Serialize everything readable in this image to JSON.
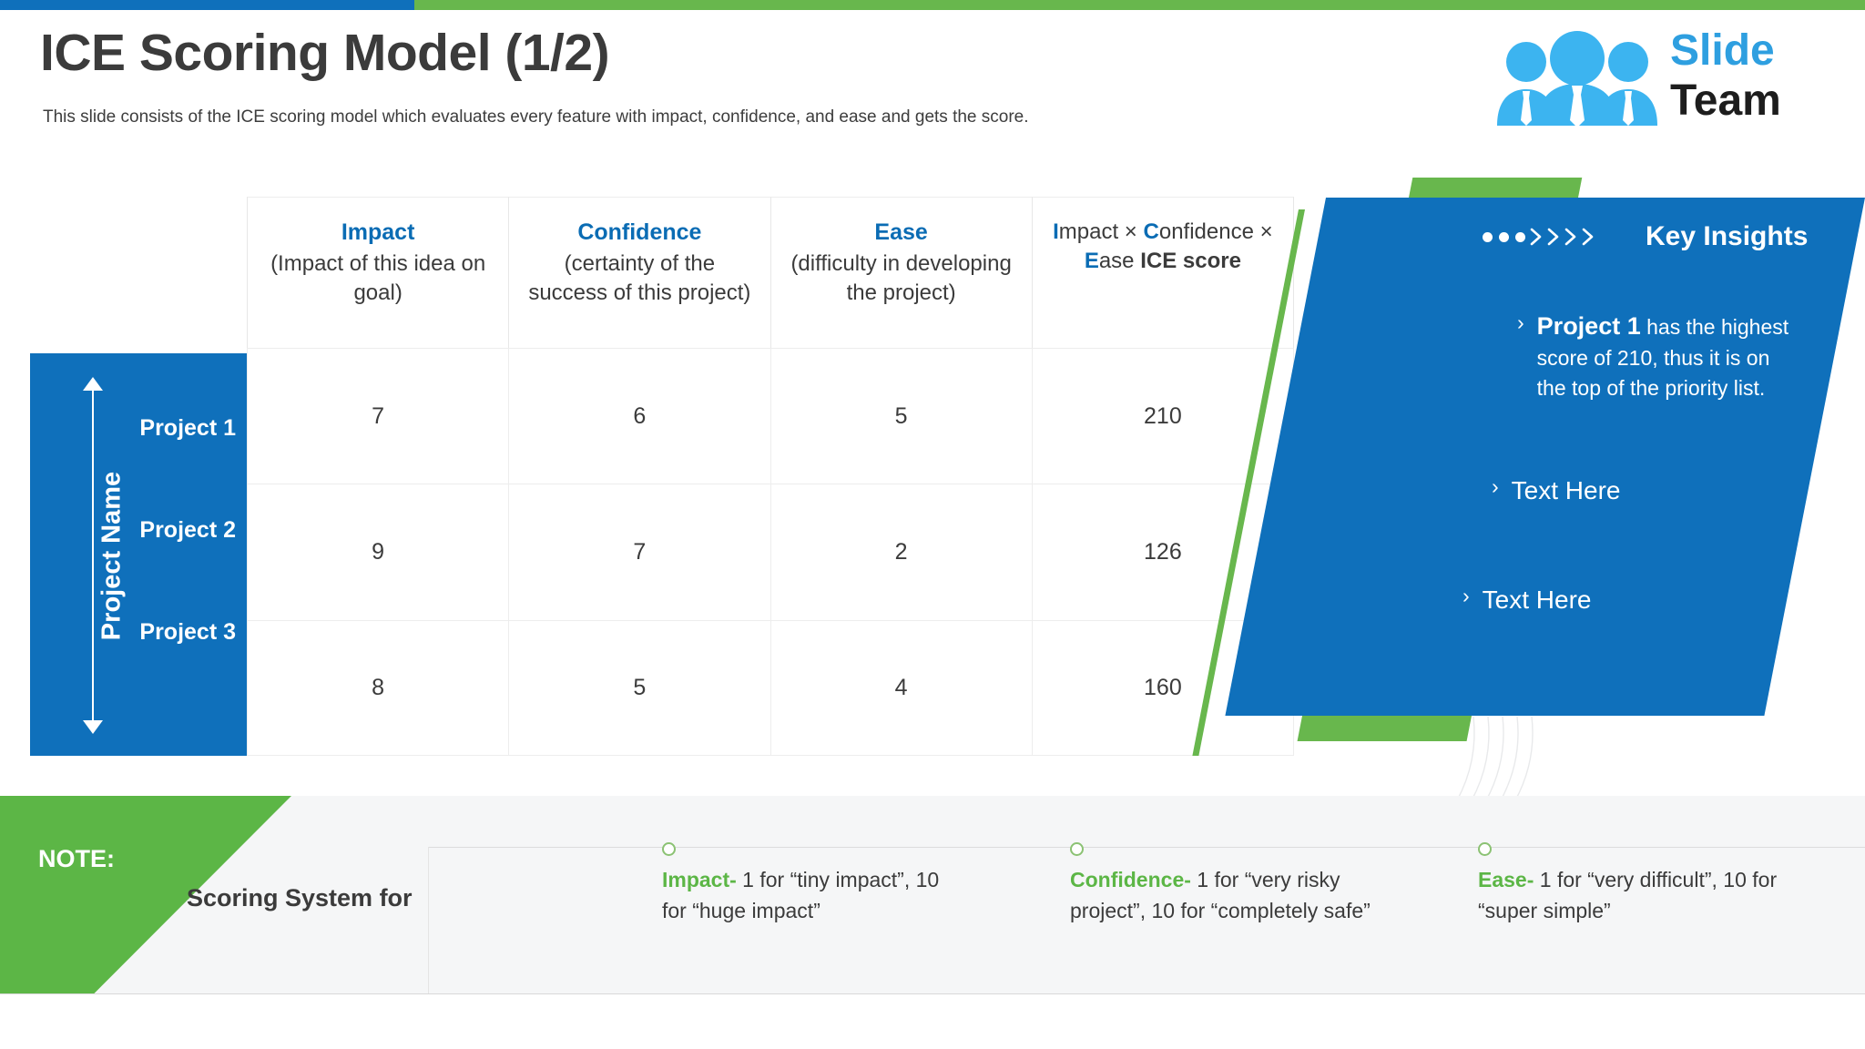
{
  "header": {
    "title": "ICE Scoring Model (1/2)",
    "subtitle": "This slide consists of the ICE scoring model which evaluates every feature with impact, confidence, and ease and gets the score."
  },
  "logo": {
    "word1": "Slide",
    "word2": "Team"
  },
  "colors": {
    "blue": "#0f70bb",
    "header_blue": "#0a6cb4",
    "green": "#68b74d",
    "note_green": "#5cb646",
    "logo_blue": "#2e9fe0",
    "text_dark": "#3b3b3b",
    "panel_bg": "#f5f6f7"
  },
  "table": {
    "row_axis_label": "Project Name",
    "columns": [
      {
        "title": "Impact",
        "sub": "(Impact of this idea on goal)"
      },
      {
        "title": "Confidence",
        "sub": "(certainty of the success of this project)"
      },
      {
        "title": "Ease",
        "sub": "(difficulty in developing the project)"
      },
      {
        "formula_prefix": "I",
        "formula": "mpact × ",
        "formula_c": "C",
        "formula_mid": "onfidence × ",
        "formula_e": "E",
        "formula_suffix": "ase ",
        "formula_bold": "ICE score"
      }
    ],
    "rows": [
      {
        "name": "Project 1",
        "impact": "7",
        "confidence": "6",
        "ease": "5",
        "score": "210"
      },
      {
        "name": "Project 2",
        "impact": "9",
        "confidence": "7",
        "ease": "2",
        "score": "126"
      },
      {
        "name": "Project 3",
        "impact": "8",
        "confidence": "5",
        "ease": "4",
        "score": "160"
      }
    ]
  },
  "key_insights": {
    "title": "Key Insights",
    "items": [
      {
        "bullet": "›",
        "bold": "Project 1",
        "rest": " has the highest score of 210, thus it is on the top of the priority list."
      },
      {
        "bullet": "›",
        "bold": "",
        "rest": "Text Here"
      },
      {
        "bullet": "›",
        "bold": "",
        "rest": "Text Here"
      }
    ]
  },
  "note": {
    "label": "NOTE:",
    "heading": "Scoring System for",
    "items": [
      {
        "key": "Impact-",
        "rest": " 1 for “tiny impact”, 10 for “huge impact”"
      },
      {
        "key": "Confidence-",
        "rest": " 1 for “very risky project”, 10 for “completely safe”"
      },
      {
        "key": "Ease-",
        "rest": " 1 for “very difficult”, 10 for “super simple”"
      }
    ]
  }
}
